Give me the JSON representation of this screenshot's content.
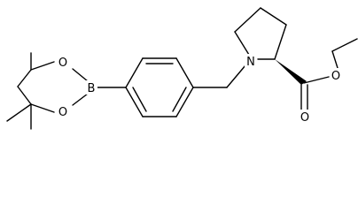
{
  "molecule": {
    "atoms": {
      "boron": "B",
      "oxygen_ring_top": "O",
      "oxygen_ring_bottom": "O",
      "nitrogen": "N",
      "oxygen_ester": "O",
      "oxygen_carbonyl": "O"
    },
    "colors": {
      "bond": "#000000",
      "background": "#ffffff"
    }
  }
}
